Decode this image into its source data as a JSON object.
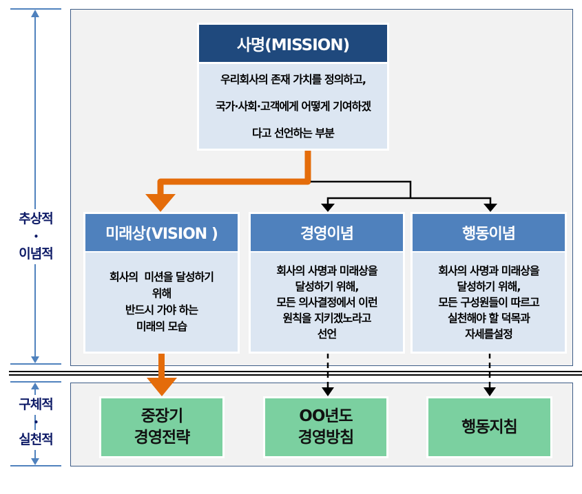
{
  "colors": {
    "mission_header": "#1f497d",
    "sub_header": "#4f81bd",
    "body_fill": "#dce6f2",
    "panel_fill": "#f2f2f2",
    "panel_border": "#3b5a85",
    "green_fill": "#7bd0a0",
    "orange_arrow": "#e46c0a",
    "side_label": "#0d1a66"
  },
  "side_labels": {
    "abstract": {
      "line1": "추상적",
      "dot": "•",
      "line2": "이념적"
    },
    "concrete": {
      "line1": "구체적",
      "dot": "•",
      "line2": "실천적"
    }
  },
  "mission": {
    "title": "사명(MISSION)",
    "lines": [
      "우리회사의 존재 가치를 정의하고,",
      "국가·사회·고객에게 어떻게 기여하겠",
      "다고 선언하는 부분"
    ]
  },
  "boxes": [
    {
      "title": "미래상(VISION )",
      "lines": [
        "회사의  미션을 달성하기",
        "위해",
        "반드시 가야 하는",
        "미래의 모습"
      ]
    },
    {
      "title": "경영이념",
      "lines": [
        "회사의 사명과 미래상을",
        "달성하기 위해,",
        "모든 의사결정에서 이런",
        "원칙을 지키겠노라고",
        "선언"
      ]
    },
    {
      "title": "행동이념",
      "lines": [
        "회사의 사명과 미래상을",
        "달성하기 위해,",
        "모든 구성원들이 따르고",
        "실천해야 할 덕목과",
        "자세를설정"
      ]
    }
  ],
  "outputs": [
    {
      "lines": [
        "중장기",
        "경영전략"
      ]
    },
    {
      "lines": [
        "OO년도",
        "경영방침"
      ]
    },
    {
      "lines": [
        "행동지침"
      ]
    }
  ]
}
